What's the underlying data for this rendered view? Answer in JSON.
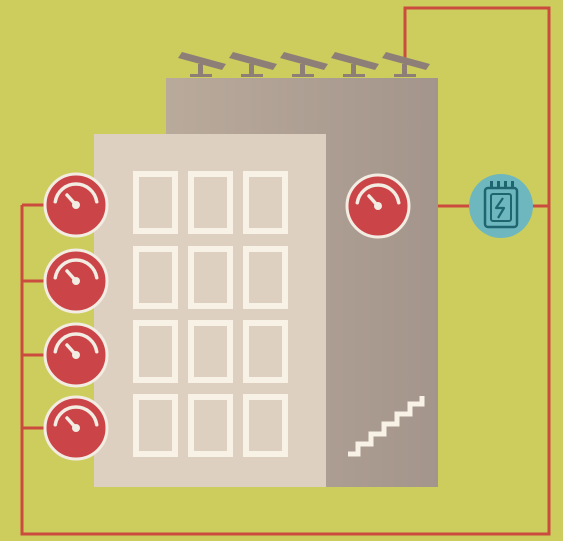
{
  "colors": {
    "background": "#cccd5c",
    "wire": "#cb4b3f",
    "building_front": "#ddd0c0",
    "building_back_light": "#b9aa9b",
    "building_back_dark": "#a4958c",
    "window_frame": "#f7f1e6",
    "gauge_fill": "#cb4447",
    "gauge_ring": "#f2ece2",
    "controller_fill": "#6fb7bf",
    "controller_icon": "#1f6570",
    "solar_panel": "#8d7f78"
  },
  "icons": {
    "meter": "pressure-gauge-icon",
    "controller": "battery-controller-icon",
    "solar": "solar-panel-icon",
    "stairs": "staircase-icon"
  },
  "diagram": {
    "solar_panel_count": 5,
    "floor_count": 4,
    "windows_per_floor": 3,
    "floor_meter_count": 4,
    "main_meter_count": 1
  }
}
